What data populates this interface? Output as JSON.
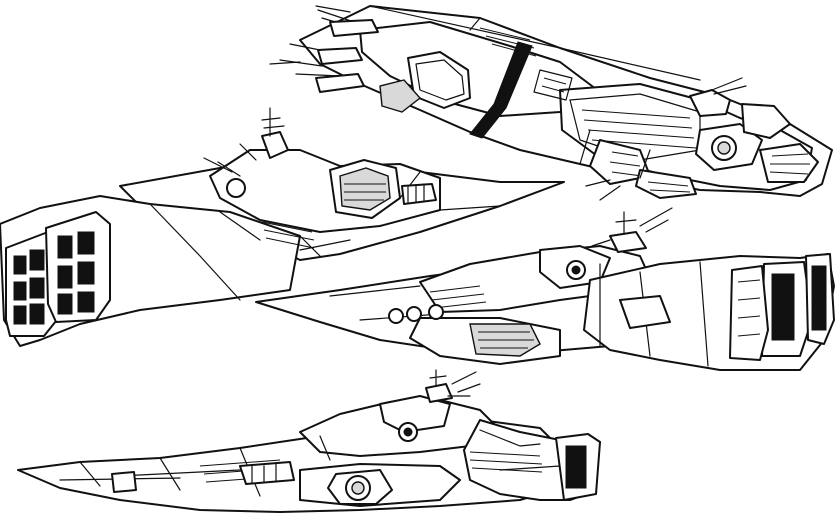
{
  "illustration": {
    "background_color": "#ffffff",
    "line_color": "#111111",
    "ships": [
      {
        "view": "three-quarter-top-right"
      },
      {
        "view": "three-quarter-rear-left"
      },
      {
        "view": "side-rear-right"
      },
      {
        "view": "side-profile"
      }
    ]
  }
}
